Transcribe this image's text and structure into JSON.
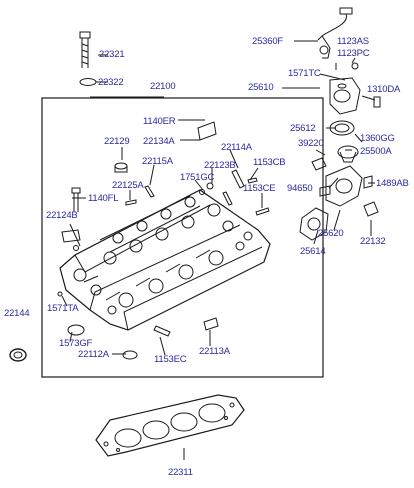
{
  "diagram": {
    "part_labels": [
      {
        "id": "lbl-22321",
        "text": "22321"
      },
      {
        "id": "lbl-22322",
        "text": "22322"
      },
      {
        "id": "lbl-22100",
        "text": "22100"
      },
      {
        "id": "lbl-1140er",
        "text": "1140ER"
      },
      {
        "id": "lbl-22129",
        "text": "22129"
      },
      {
        "id": "lbl-22134a",
        "text": "22134A"
      },
      {
        "id": "lbl-22114a",
        "text": "22114A"
      },
      {
        "id": "lbl-22115a",
        "text": "22115A"
      },
      {
        "id": "lbl-22123b",
        "text": "22123B"
      },
      {
        "id": "lbl-1153cb",
        "text": "1153CB"
      },
      {
        "id": "lbl-1751gc",
        "text": "1751GC"
      },
      {
        "id": "lbl-1153ce",
        "text": "1153CE"
      },
      {
        "id": "lbl-22125a",
        "text": "22125A"
      },
      {
        "id": "lbl-1140fl",
        "text": "1140FL"
      },
      {
        "id": "lbl-22124b",
        "text": "22124B"
      },
      {
        "id": "lbl-22144",
        "text": "22144"
      },
      {
        "id": "lbl-1571ta",
        "text": "1571TA"
      },
      {
        "id": "lbl-1573gf",
        "text": "1573GF"
      },
      {
        "id": "lbl-22112a",
        "text": "22112A"
      },
      {
        "id": "lbl-22113a",
        "text": "22113A"
      },
      {
        "id": "lbl-1153ec",
        "text": "1153EC"
      },
      {
        "id": "lbl-22311",
        "text": "22311"
      },
      {
        "id": "lbl-25360f",
        "text": "25360F"
      },
      {
        "id": "lbl-1123as",
        "text": "1123AS"
      },
      {
        "id": "lbl-1123pc",
        "text": "1123PC"
      },
      {
        "id": "lbl-1571tc",
        "text": "1571TC"
      },
      {
        "id": "lbl-25610",
        "text": "25610"
      },
      {
        "id": "lbl-1310da",
        "text": "1310DA"
      },
      {
        "id": "lbl-25612",
        "text": "25612"
      },
      {
        "id": "lbl-1360gg",
        "text": "1360GG"
      },
      {
        "id": "lbl-39220",
        "text": "39220"
      },
      {
        "id": "lbl-25500a",
        "text": "25500A"
      },
      {
        "id": "lbl-94650",
        "text": "94650"
      },
      {
        "id": "lbl-1489ab",
        "text": "1489AB"
      },
      {
        "id": "lbl-25620",
        "text": "25620"
      },
      {
        "id": "lbl-22132",
        "text": "22132"
      },
      {
        "id": "lbl-25614",
        "text": "25614"
      }
    ]
  }
}
